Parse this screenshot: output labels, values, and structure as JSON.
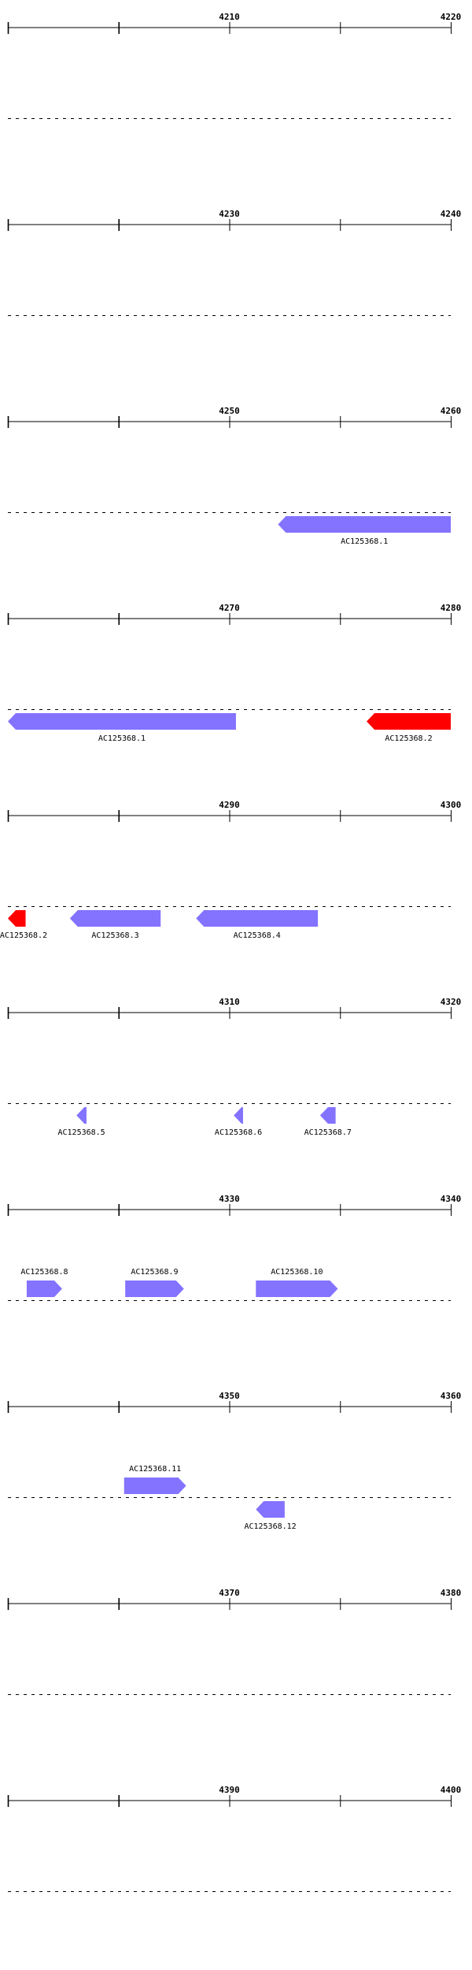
{
  "colors": {
    "forward": "#8373FF",
    "reverse": "#8373FF",
    "highlight": "#FF0000",
    "axis": "#000000"
  },
  "chart_data": {
    "type": "genome-track",
    "bp_per_row": 20,
    "rows": [
      {
        "start": 4200,
        "end": 4220,
        "labels": [
          "4210",
          "4220"
        ]
      },
      {
        "start": 4220,
        "end": 4240,
        "labels": [
          "4230",
          "4240"
        ]
      },
      {
        "start": 4240,
        "end": 4260,
        "labels": [
          "4250",
          "4260"
        ]
      },
      {
        "start": 4260,
        "end": 4280,
        "labels": [
          "4270",
          "4280"
        ]
      },
      {
        "start": 4280,
        "end": 4300,
        "labels": [
          "4290",
          "4300"
        ]
      },
      {
        "start": 4300,
        "end": 4320,
        "labels": [
          "4310",
          "4320"
        ]
      },
      {
        "start": 4320,
        "end": 4340,
        "labels": [
          "4330",
          "4340"
        ]
      },
      {
        "start": 4340,
        "end": 4360,
        "labels": [
          "4350",
          "4360"
        ]
      },
      {
        "start": 4360,
        "end": 4380,
        "labels": [
          "4370",
          "4380"
        ]
      },
      {
        "start": 4380,
        "end": 4400,
        "labels": [
          "4390",
          "4400"
        ]
      }
    ],
    "features": [
      {
        "row": 2,
        "name": "AC125368.1",
        "start": 4252.2,
        "end": 4260,
        "strand": "-",
        "color": "#8373FF"
      },
      {
        "row": 3,
        "name": "AC125368.1",
        "start": 4260,
        "end": 4270.3,
        "strand": "-",
        "color": "#8373FF"
      },
      {
        "row": 3,
        "name": "AC125368.2",
        "start": 4276.2,
        "end": 4280,
        "strand": "-",
        "color": "#FF0000"
      },
      {
        "row": 4,
        "name": "AC125368.2",
        "start": 4280,
        "end": 4280.8,
        "strand": "-",
        "color": "#FF0000"
      },
      {
        "row": 4,
        "name": "AC125368.3",
        "start": 4282.8,
        "end": 4286.9,
        "strand": "-",
        "color": "#8373FF"
      },
      {
        "row": 4,
        "name": "AC125368.4",
        "start": 4288.5,
        "end": 4294.0,
        "strand": "-",
        "color": "#8373FF"
      },
      {
        "row": 5,
        "name": "AC125368.5",
        "start": 4303.1,
        "end": 4303.55,
        "strand": "-",
        "color": "#8373FF"
      },
      {
        "row": 5,
        "name": "AC125368.6",
        "start": 4310.2,
        "end": 4310.62,
        "strand": "-",
        "color": "#8373FF"
      },
      {
        "row": 5,
        "name": "AC125368.7",
        "start": 4314.1,
        "end": 4314.8,
        "strand": "-",
        "color": "#8373FF"
      },
      {
        "row": 6,
        "name": "AC125368.8",
        "start": 4320.85,
        "end": 4322.45,
        "strand": "+",
        "color": "#8373FF"
      },
      {
        "row": 6,
        "name": "AC125368.9",
        "start": 4325.3,
        "end": 4327.95,
        "strand": "+",
        "color": "#8373FF"
      },
      {
        "row": 6,
        "name": "AC125368.10",
        "start": 4331.2,
        "end": 4334.9,
        "strand": "+",
        "color": "#8373FF"
      },
      {
        "row": 7,
        "name": "AC125368.11",
        "start": 4345.25,
        "end": 4348.05,
        "strand": "+",
        "color": "#8373FF"
      },
      {
        "row": 7,
        "name": "AC125368.12",
        "start": 4351.2,
        "end": 4352.5,
        "strand": "-",
        "color": "#8373FF"
      }
    ]
  }
}
